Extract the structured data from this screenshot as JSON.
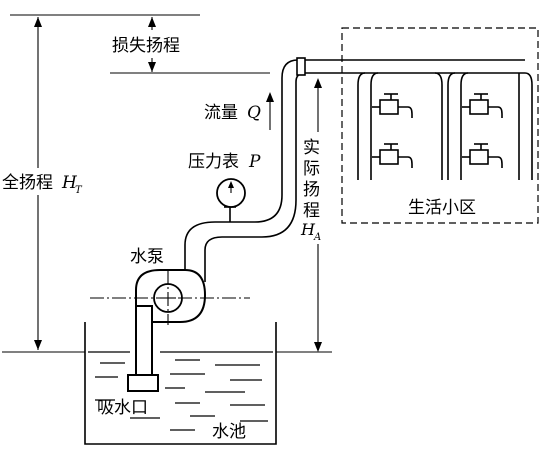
{
  "labels": {
    "head_loss": "损失扬程",
    "total_head": "全扬程",
    "total_head_symbol": "H",
    "total_head_sub": "T",
    "flow": "流量",
    "flow_symbol": "Q",
    "gauge": "压力表",
    "gauge_symbol": "P",
    "actual_head_line1": "实",
    "actual_head_line2": "际",
    "actual_head_line3": "扬",
    "actual_head_line4": "程",
    "actual_head_symbol": "H",
    "actual_head_sub": "A",
    "pump": "水泵",
    "community": "生活小区",
    "inlet": "吸水口",
    "pool": "水池"
  }
}
